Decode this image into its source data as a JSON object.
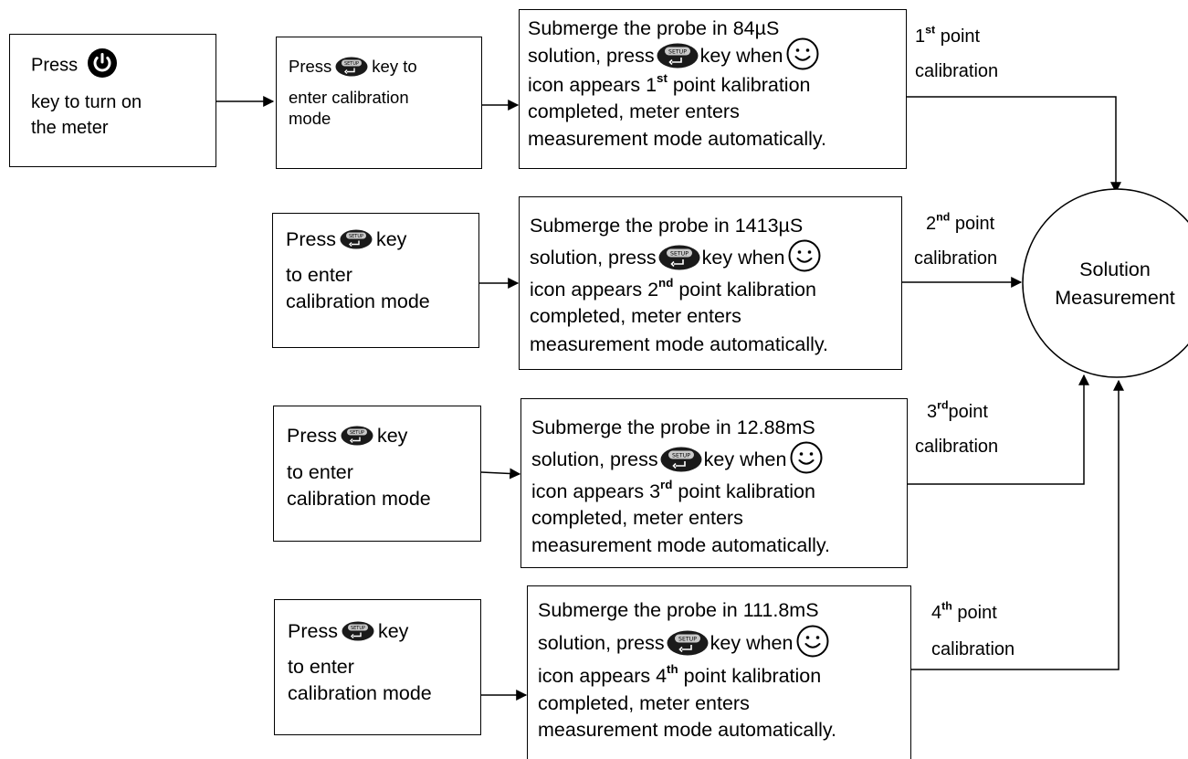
{
  "start": {
    "press": "Press",
    "line2": "key to turn on",
    "line3": "the meter"
  },
  "step1": {
    "press": "Press",
    "key_to": "key to",
    "line2": "enter calibration",
    "line3": "mode"
  },
  "press_key_boxes": {
    "press": "Press",
    "key": "key",
    "line2": "to enter",
    "line3": "calibration mode"
  },
  "calibration_points": [
    {
      "line1": "Submerge the probe in 84µS",
      "press": "solution, press",
      "key_when": "key when",
      "icon_appears": "icon appears 1",
      "ordinal": "st",
      "point_kalibration": "point kalibration",
      "line4": "completed, meter enters",
      "line5": "measurement mode automatically.",
      "label_number": "1",
      "label_suffix": "point",
      "label_line2": "calibration"
    },
    {
      "line1": "Submerge the probe in 1413µS",
      "press": "solution, press",
      "key_when": "key when",
      "icon_appears": "icon appears 2",
      "ordinal": "nd",
      "point_kalibration": "point kalibration",
      "line4": "completed, meter enters",
      "line5": "measurement mode automatically.",
      "label_number": "2",
      "label_suffix": "point",
      "label_line2": "calibration"
    },
    {
      "line1": "Submerge the probe in 12.88mS",
      "press": "solution, press",
      "key_when": "key when",
      "icon_appears": "icon appears 3",
      "ordinal": "rd",
      "point_kalibration": "point kalibration",
      "line4": "completed, meter enters",
      "line5": "measurement mode automatically.",
      "label_number": "3",
      "label_suffix": "point",
      "label_line2": "calibration"
    },
    {
      "line1": "Submerge the probe in 111.8mS",
      "press": "solution, press",
      "key_when": "key when",
      "icon_appears": "icon appears 4",
      "ordinal": "th",
      "point_kalibration": "point kalibration",
      "line4": "completed, meter enters",
      "line5": "measurement mode automatically.",
      "label_number": "4",
      "label_suffix": "point",
      "label_line2": "calibration"
    }
  ],
  "result": {
    "line1": "Solution",
    "line2": "Measurement"
  },
  "icons": {
    "power": "power-button-icon",
    "setup": "setup-enter-key-icon",
    "smile": "smiley-face-icon"
  },
  "colors": {
    "line": "#000000",
    "background": "#ffffff",
    "key_body": "#1a1a1a",
    "key_face": "#c9c9c9"
  }
}
